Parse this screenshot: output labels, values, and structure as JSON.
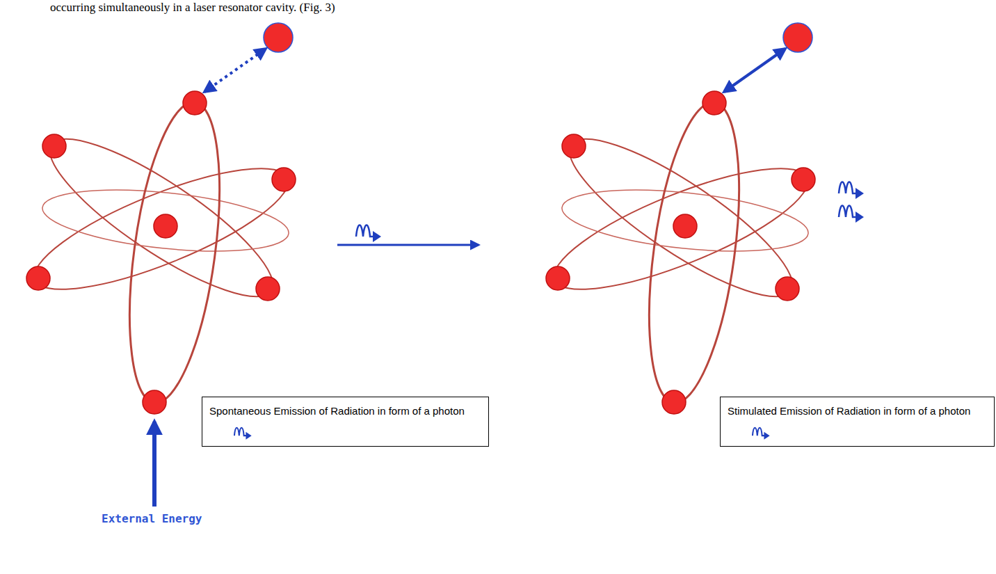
{
  "diagram": {
    "nodes": [
      {
        "text": [
          "Spontaneous Emission of Radiation in form of a photon"
        ]
      },
      {
        "text": [
          "Stimulated Emission of Radiation in form of a photon"
        ]
      }
    ],
    "labels": [
      "occurring simultaneously in a laser resonator cavity. (Fig. 3)",
      "External Energy"
    ]
  }
}
